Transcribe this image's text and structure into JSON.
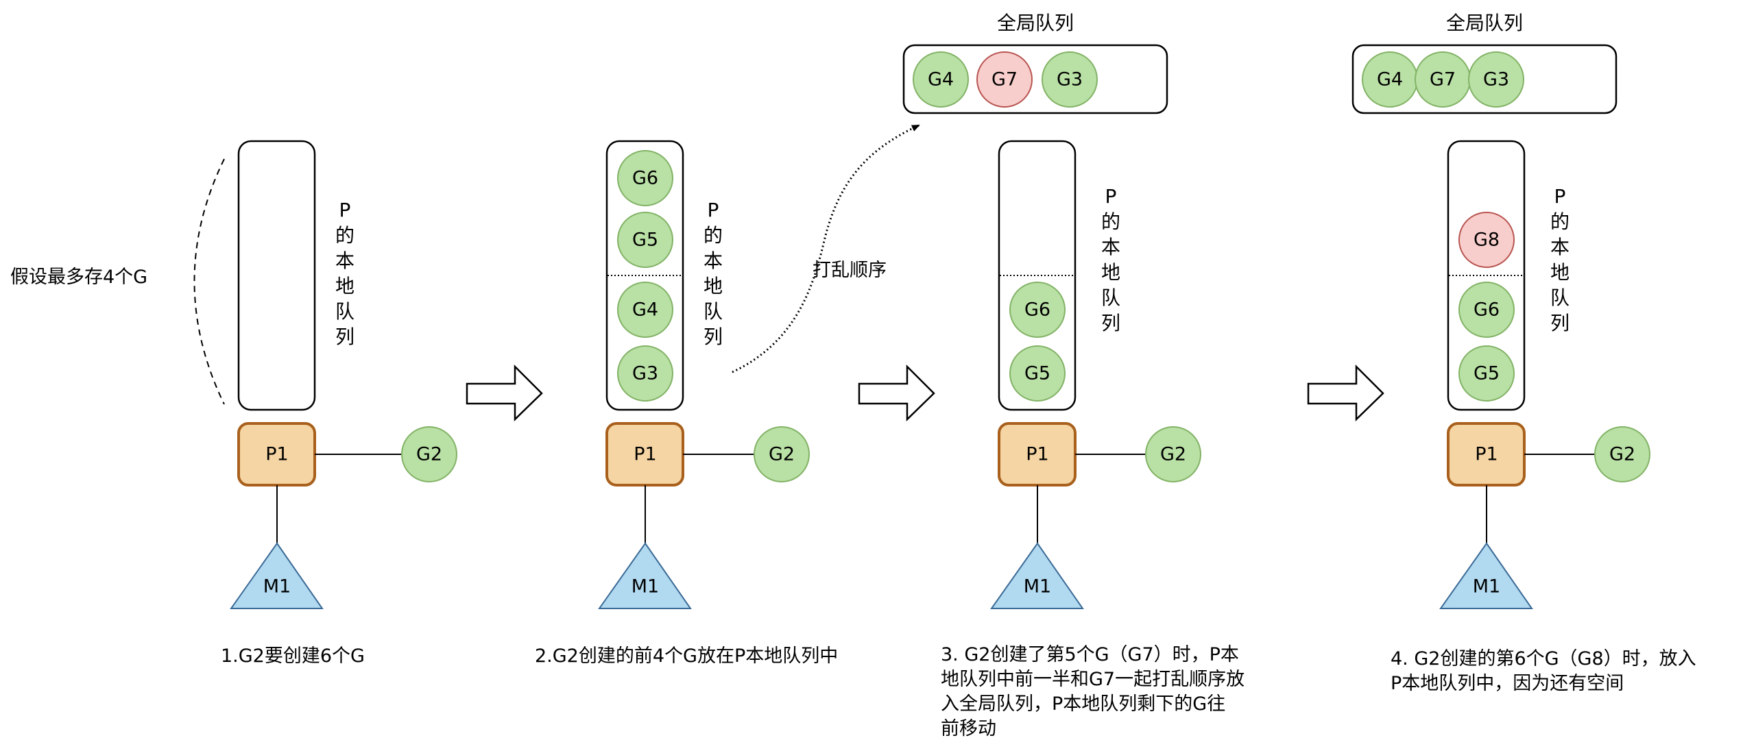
{
  "colors": {
    "g_fill": "#b9e0a5",
    "g_stroke": "#82b366",
    "g_new_fill": "#f8cecc",
    "g_new_stroke": "#b85450",
    "p_fill": "#f5d5a3",
    "p_stroke": "#a8601c",
    "m_fill": "#b1d9f0",
    "m_stroke": "#3b6b96"
  },
  "labels": {
    "p_local_queue": "P的本地队列",
    "global_queue": "全局队列",
    "assume_max": "假设最多存4个G",
    "shuffle": "打乱顺序",
    "p1": "P1",
    "m1": "M1",
    "g2": "G2"
  },
  "panels": [
    {
      "id": 1,
      "local_queue": [],
      "global_queue": null,
      "caption": "1.G2要创建6个G"
    },
    {
      "id": 2,
      "local_queue": [
        {
          "name": "G6",
          "new": false
        },
        {
          "name": "G5",
          "new": false
        },
        {
          "name": "G4",
          "new": false
        },
        {
          "name": "G3",
          "new": false
        }
      ],
      "global_queue": null,
      "caption": "2.G2创建的前4个G放在P本地队列中"
    },
    {
      "id": 3,
      "local_queue": [
        {
          "name": "G6",
          "new": false
        },
        {
          "name": "G5",
          "new": false
        }
      ],
      "global_queue": [
        {
          "name": "G4",
          "new": false
        },
        {
          "name": "G7",
          "new": true
        },
        {
          "name": "G3",
          "new": false
        }
      ],
      "caption": "3. G2创建了第5个G（G7）时，P本\n地队列中前一半和G7一起打乱顺序放\n入全局队列，P本地队列剩下的G往\n前移动"
    },
    {
      "id": 4,
      "local_queue": [
        {
          "name": "G8",
          "new": true
        },
        {
          "name": "G6",
          "new": false
        },
        {
          "name": "G5",
          "new": false
        }
      ],
      "global_queue": [
        {
          "name": "G4",
          "new": false
        },
        {
          "name": "G7",
          "new": false
        },
        {
          "name": "G3",
          "new": false
        }
      ],
      "caption": "4. G2创建的第6个G（G8）时，放入\nP本地队列中，因为还有空间"
    }
  ]
}
